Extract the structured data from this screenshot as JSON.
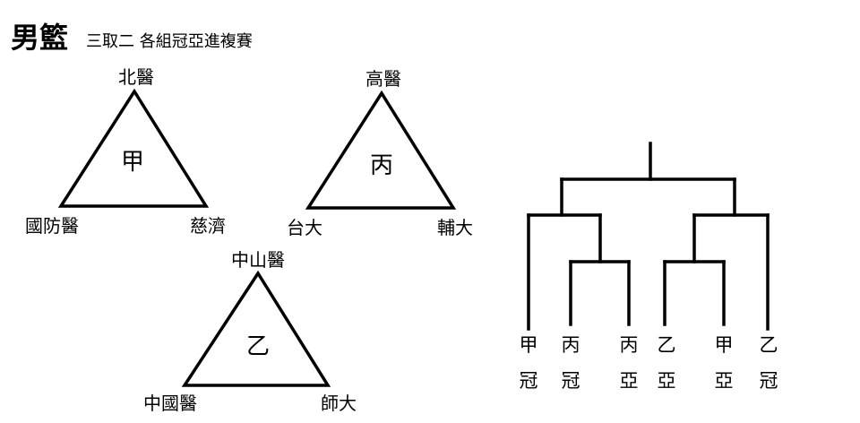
{
  "title": "男籃",
  "subtitle": "三取二 各組冠亞進複賽",
  "groups": [
    {
      "name": "甲",
      "teams": [
        "北醫",
        "國防醫",
        "慈濟"
      ]
    },
    {
      "name": "丙",
      "teams": [
        "高醫",
        "台大",
        "輔大"
      ]
    },
    {
      "name": "乙",
      "teams": [
        "中山醫",
        "中國醫",
        "師大"
      ]
    }
  ],
  "bracket": {
    "slots": [
      {
        "group": "甲",
        "rank": "冠"
      },
      {
        "group": "丙",
        "rank": "冠"
      },
      {
        "group": "丙",
        "rank": "亞"
      },
      {
        "group": "乙",
        "rank": "亞"
      },
      {
        "group": "甲",
        "rank": "亞"
      },
      {
        "group": "乙",
        "rank": "冠"
      }
    ]
  }
}
